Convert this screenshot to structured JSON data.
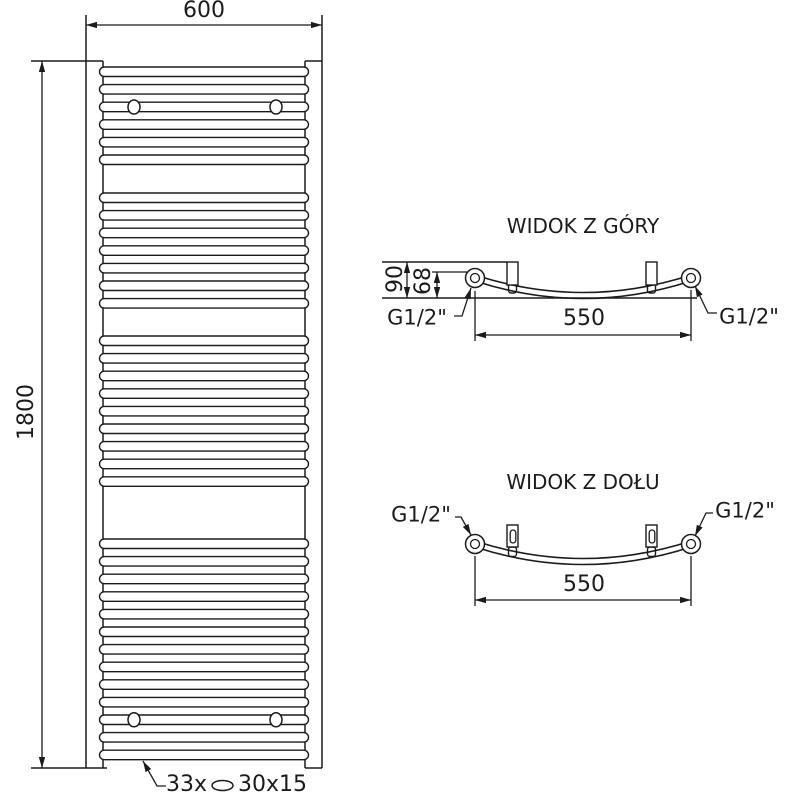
{
  "front_view": {
    "width_label": "600",
    "height_label": "1800",
    "rung_note": {
      "count": "33x",
      "size": "30x15"
    }
  },
  "top_view": {
    "title": "WIDOK Z GÓRY",
    "depth_label": "90",
    "offset_label": "68",
    "connection_spacing_label": "550",
    "left_connection_label": "G1/2\"",
    "right_connection_label": "G1/2\""
  },
  "bottom_view": {
    "title": "WIDOK Z DOŁU",
    "connection_spacing_label": "550",
    "left_connection_label": "G1/2\"",
    "right_connection_label": "G1/2\""
  },
  "colors": {
    "line": "#1b1b1b",
    "background": "#ffffff"
  }
}
